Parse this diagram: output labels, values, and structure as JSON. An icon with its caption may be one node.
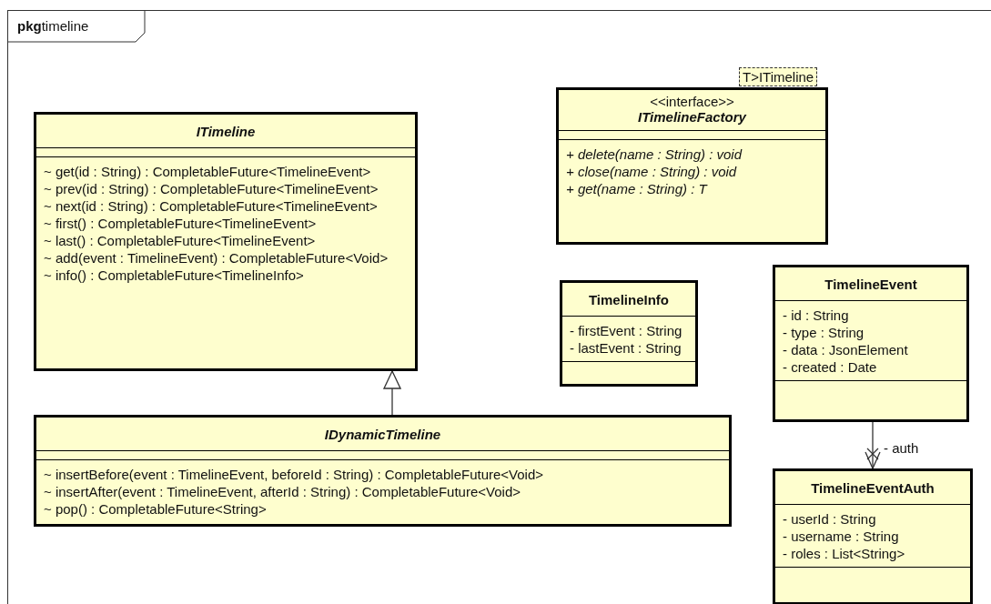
{
  "diagram": {
    "nodes": [
      {
        "text": [
          "**pkg**timeline"
        ]
      },
      {
        "text": [
          "ITimeline",
          "~ get(id : String) : CompletableFuture<TimelineEvent>",
          "~ prev(id : String) : CompletableFuture<TimelineEvent>",
          "~ next(id : String) : CompletableFuture<TimelineEvent>",
          "~ first() : CompletableFuture<TimelineEvent>",
          "~ last() : CompletableFuture<TimelineEvent>",
          "~ add(event : TimelineEvent) : CompletableFuture<Void>",
          "~ info() : CompletableFuture<TimelineInfo>"
        ],
        "in": 0
      },
      {
        "text": [
          "<<interface>>",
          "ITimelineFactory",
          "+ delete(name : String) : void",
          "+ close(name : String) : void",
          "+ get(name : String) : T"
        ],
        "beside": [
          "T>ITimeline"
        ],
        "in": 0
      },
      {
        "text": [
          "TimelineInfo",
          "- firstEvent : String",
          "- lastEvent : String"
        ],
        "in": 0
      },
      {
        "text": [
          "TimelineEvent",
          "- id : String",
          "- type : String",
          "- data : JsonElement",
          "- created : Date"
        ],
        "in": 0
      },
      {
        "text": [
          "IDynamicTimeline",
          "~ insertBefore(event : TimelineEvent, beforeId : String) : CompletableFuture<Void>",
          "~ insertAfter(event : TimelineEvent, afterId : String) : CompletableFuture<Void>",
          "~ pop() : CompletableFuture<String>"
        ],
        "in": 0
      },
      {
        "text": [
          "TimelineEventAuth",
          "- userId : String",
          "- username : String",
          "- roles : List<String>"
        ],
        "in": 0
      }
    ],
    "edges": [
      {
        "from": 5,
        "to": 1,
        "arrow": "to"
      },
      {
        "from": 4,
        "to": 6,
        "arrow": "to",
        "label": "- auth"
      }
    ]
  }
}
